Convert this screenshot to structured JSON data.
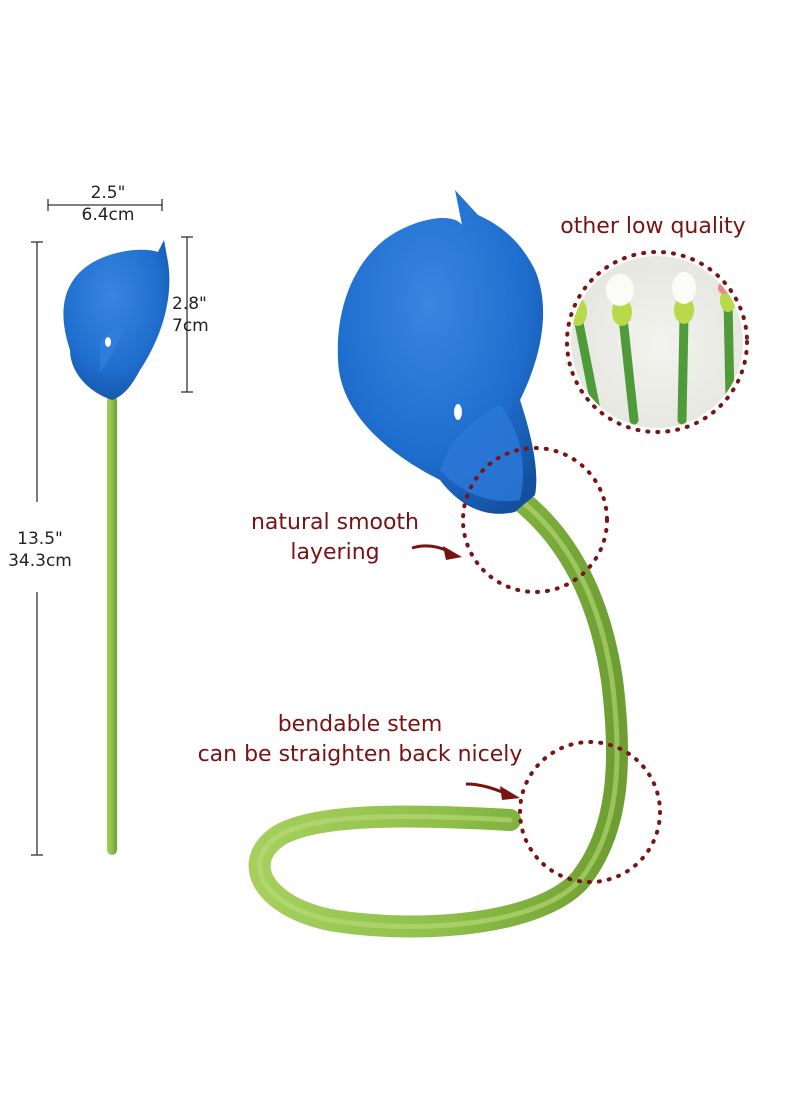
{
  "dimensions": {
    "flower_width_in": "2.5\"",
    "flower_width_cm": "6.4cm",
    "flower_height_in": "2.8\"",
    "flower_height_cm": "7cm",
    "total_length_in": "13.5\"",
    "total_length_cm": "34.3cm"
  },
  "callouts": {
    "other_low_quality": "other low quality",
    "natural_smooth_line1": "natural smooth",
    "natural_smooth_line2": "layering",
    "bendable_line1": "bendable stem",
    "bendable_line2": "can be straighten back nicely"
  },
  "colors": {
    "petal_blue": "#1f6fd0",
    "stem_green": "#8fc04a",
    "callout_red": "#7a1212",
    "dotted_circle": "#7a1515"
  }
}
